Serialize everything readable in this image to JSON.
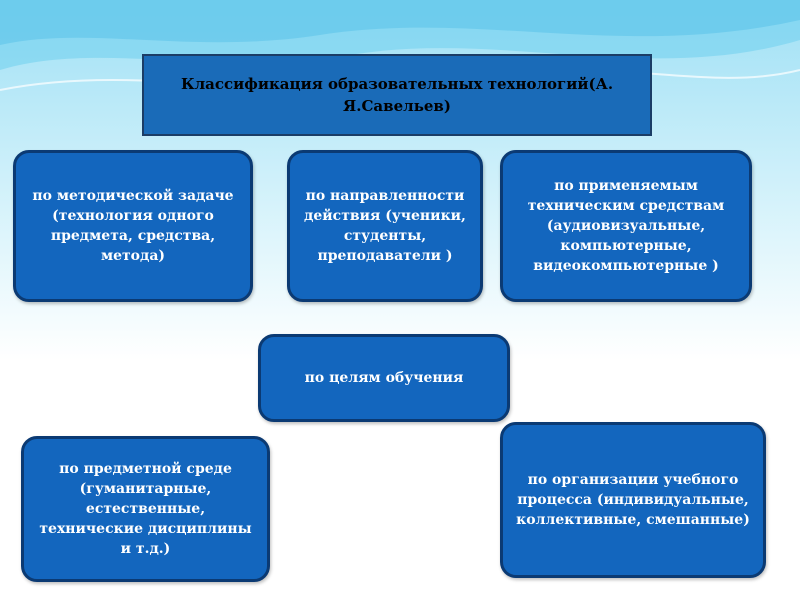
{
  "title": "Классификация образовательных технологий(А. Я.Савельев)",
  "boxes": {
    "methodical": "по методической задаче (технология одного предмета, средства, метода)",
    "direction": "по направленности действия (ученики, студенты, преподаватели )",
    "technical": "по применяемым техническим средствам (аудиовизуальные, компьютерные, видеокомпьютерные )",
    "goals": "по целям обучения",
    "subject": "по предметной среде (гуманитарные, естественные, технические дисциплины и т.д.)",
    "organization": "по организации учебного процесса (индивидуальные, коллективные, смешанные)"
  },
  "colors": {
    "box_fill": "#1366be",
    "box_border": "#0b3a73",
    "title_fill": "#1a6bb8"
  }
}
